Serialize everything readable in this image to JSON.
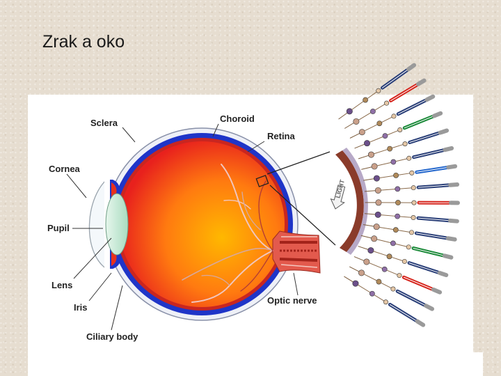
{
  "slide": {
    "title": "Zrak a oko"
  },
  "diagram": {
    "labels": {
      "sclera": "Sclera",
      "choroid": "Choroid",
      "retina": "Retina",
      "cornea": "Cornea",
      "pupil": "Pupil",
      "lens": "Lens",
      "iris": "Iris",
      "ciliary_body": "Ciliary body",
      "optic_nerve": "Optic nerve",
      "light": "LIGHT"
    },
    "colors": {
      "vitreous_center": "#ffb000",
      "vitreous_edge": "#e8211d",
      "choroid": "#1f35c8",
      "retina_band": "#d0281e",
      "lens": "#c8ead6",
      "rod_blue": "#2a3f78",
      "cone_red": "#d6241c",
      "cone_green": "#1c8a3a",
      "cone_blue": "#2266cc"
    }
  }
}
